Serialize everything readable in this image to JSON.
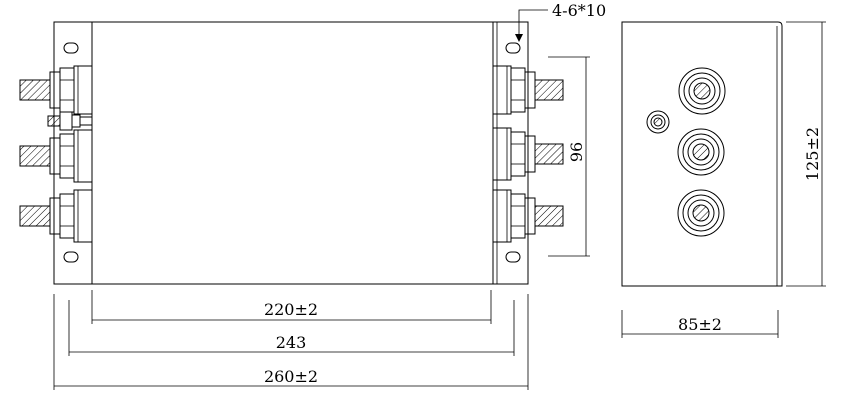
{
  "annotations": {
    "hole_spec": "4-6*10",
    "dim_inner_width": "220±2",
    "dim_hole_pitch": "243",
    "dim_total_length": "260±2",
    "dim_terminal_pitch": "96",
    "dim_height": "125±2",
    "dim_depth": "85±2"
  }
}
